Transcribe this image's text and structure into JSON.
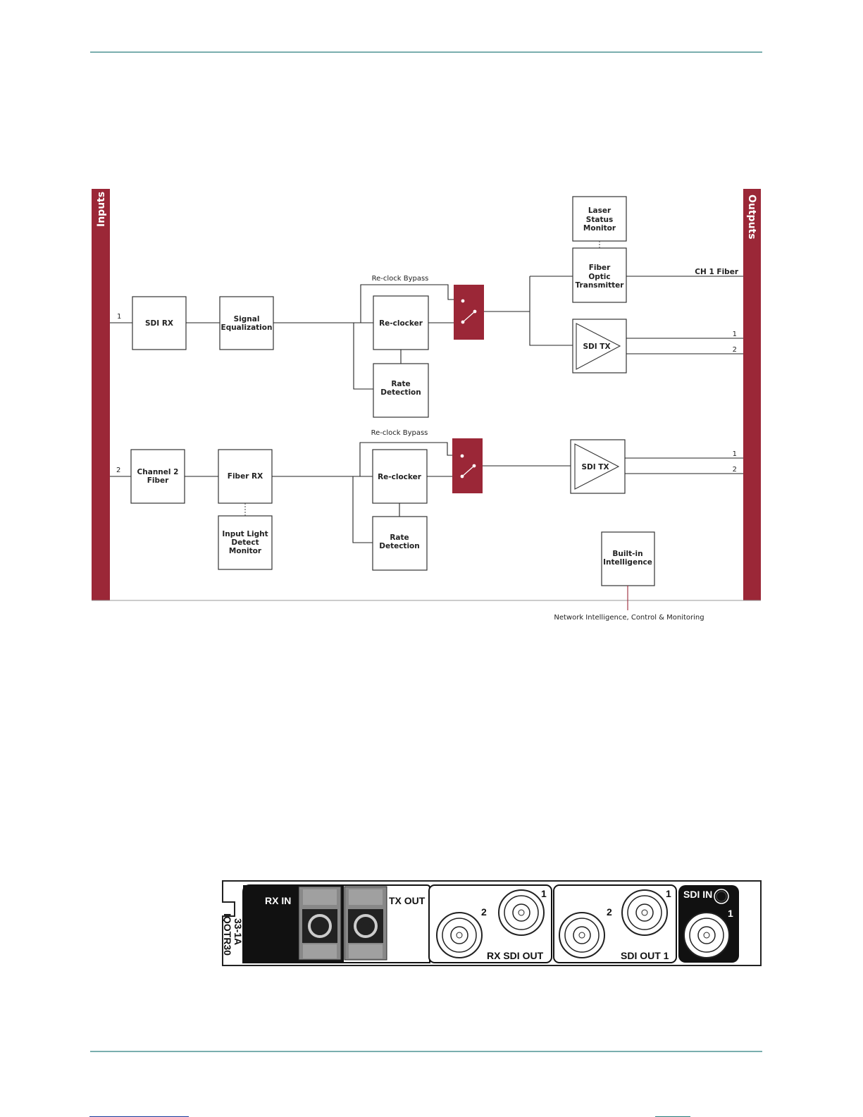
{
  "diagram": {
    "inputs_label": "Inputs",
    "outputs_label": "Outputs",
    "colors": {
      "accent": "#9b2737",
      "rule": "#2a7d7d"
    },
    "ch1": {
      "input_num": "1",
      "sdi_rx": "SDI RX",
      "signal_eq": [
        "Signal",
        "Equalization"
      ],
      "reclock_bypass": "Re-clock Bypass",
      "reclocker": "Re-clocker",
      "rate_detection": [
        "Rate",
        "Detection"
      ],
      "laser_monitor": [
        "Laser",
        "Status",
        "Monitor"
      ],
      "fiber_tx": [
        "Fiber",
        "Optic",
        "Transmitter"
      ],
      "ch1_fiber": "CH 1 Fiber",
      "sdi_tx": "SDI TX",
      "out1": "1",
      "out2": "2"
    },
    "ch2": {
      "input_num": "2",
      "channel2_fiber": [
        "Channel 2",
        "Fiber"
      ],
      "fiber_rx": "Fiber RX",
      "input_light": [
        "Input Light",
        "Detect",
        "Monitor"
      ],
      "reclock_bypass": "Re-clock Bypass",
      "reclocker": "Re-clocker",
      "rate_detection": [
        "Rate",
        "Detection"
      ],
      "sdi_tx": "SDI TX",
      "out1": "1",
      "out2": "2"
    },
    "built_in": [
      "Built-in",
      "Intelligence"
    ],
    "network": "Network Intelligence, Control & Monitoring"
  },
  "panel": {
    "rx_in": "RX IN",
    "tx_out": "TX OUT",
    "model": [
      "IQOTR30",
      "33-1A"
    ],
    "rx_sdi_out": "RX SDI OUT",
    "sdi_out1": "SDI OUT 1",
    "sdi_in": "SDI IN",
    "num1": "1",
    "num2": "2"
  }
}
